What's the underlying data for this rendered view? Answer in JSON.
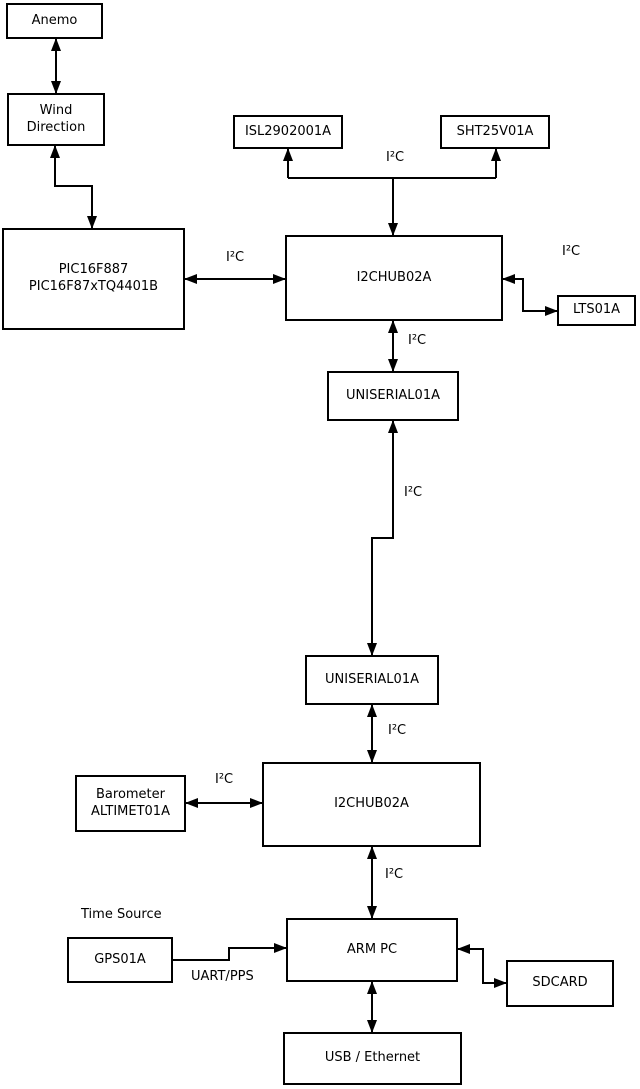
{
  "diagram": {
    "nodes": {
      "anemo": {
        "label": "Anemo"
      },
      "wind_direction": {
        "label": "Wind\nDirection"
      },
      "pic": {
        "label": "PIC16F887\nPIC16F87xTQ4401B"
      },
      "isl": {
        "label": "ISL2902001A"
      },
      "sht": {
        "label": "SHT25V01A"
      },
      "i2c_hub_top": {
        "label": "I2CHUB02A"
      },
      "lts": {
        "label": "LTS01A"
      },
      "uniserial_top": {
        "label": "UNISERIAL01A"
      },
      "uniserial_bottom": {
        "label": "UNISERIAL01A"
      },
      "i2c_hub_bottom": {
        "label": "I2CHUB02A"
      },
      "barometer": {
        "label": "Barometer\nALTIMET01A"
      },
      "gps": {
        "label": "GPS01A"
      },
      "arm_pc": {
        "label": "ARM PC"
      },
      "sdcard": {
        "label": "SDCARD"
      },
      "usb_ethernet": {
        "label": "USB / Ethernet"
      }
    },
    "edge_labels": {
      "i2c": "I²C",
      "uart_pps": "UART/PPS",
      "time_source": "Time Source"
    },
    "colors": {
      "line": "#000000",
      "background": "#ffffff",
      "box_fill": "#ffffff"
    }
  }
}
